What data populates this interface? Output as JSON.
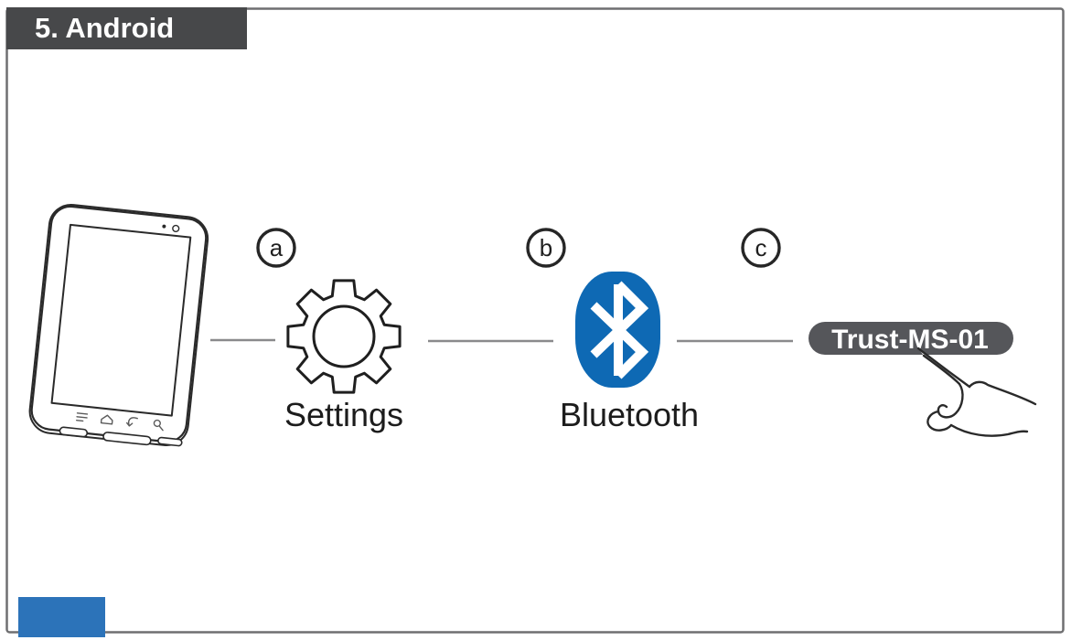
{
  "banner": {
    "title": "5. Android"
  },
  "steps": [
    {
      "letter": "a",
      "label": "Settings"
    },
    {
      "letter": "b",
      "label": "Bluetooth"
    },
    {
      "letter": "c",
      "label": "Trust-MS-01"
    }
  ],
  "device_button": {
    "label": "Trust-MS-01"
  },
  "icons": [
    "android-tablet",
    "gear-settings",
    "bluetooth-logo",
    "pointing-hand"
  ],
  "colors": {
    "banner_bg": "#47484a",
    "banner_fg": "#ffffff",
    "bluetooth_blue": "#0e69b4",
    "button_bg": "#55565a",
    "button_fg": "#ffffff",
    "footer_accent": "#2c73b9",
    "connector_gray": "#8a8a8c",
    "border_gray": "#6f6f71",
    "ink": "#1f1f1f"
  }
}
